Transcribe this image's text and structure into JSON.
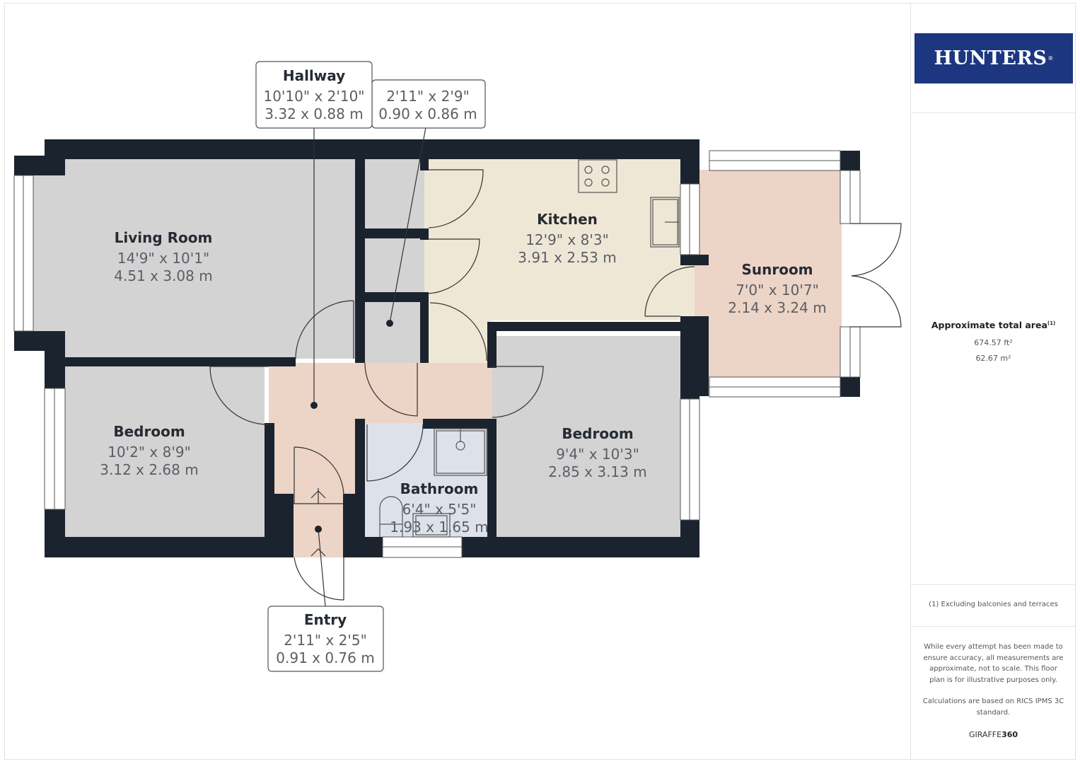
{
  "brand": {
    "logo_text": "HUNTERS",
    "logo_registered": "®",
    "logo_bg": "#1c3680"
  },
  "area": {
    "title": "Approximate total area",
    "title_note": "(1)",
    "sqft": "674.57 ft²",
    "sqm": "62.67 m²"
  },
  "footnote": "(1) Excluding balconies and terraces",
  "disclaimer": "While every attempt has been made to ensure accuracy, all measurements are approximate, not to scale. This floor plan is for illustrative purposes only.",
  "calculation_note": "Calculations are based on RICS IPMS 3C standard.",
  "credit": {
    "prefix": "GIRAFFE",
    "suffix": "360"
  },
  "colors": {
    "wall": "#1b232e",
    "grey_room": "#d3d3d3",
    "kitchen": "#efe7d6",
    "sunroom_hall": "#ecd4c6",
    "bathroom": "#dde1ea"
  },
  "rooms": [
    {
      "id": "living_room",
      "name": "Living Room",
      "imperial": "14'9\" x 10'1\"",
      "metric": "4.51 x 3.08 m"
    },
    {
      "id": "kitchen",
      "name": "Kitchen",
      "imperial": "12'9\" x 8'3\"",
      "metric": "3.91 x 2.53 m"
    },
    {
      "id": "sunroom",
      "name": "Sunroom",
      "imperial": "7'0\" x 10'7\"",
      "metric": "2.14 x 3.24 m"
    },
    {
      "id": "bedroom_1",
      "name": "Bedroom",
      "imperial": "10'2\" x 8'9\"",
      "metric": "3.12 x 2.68 m"
    },
    {
      "id": "bedroom_2",
      "name": "Bedroom",
      "imperial": "9'4\" x 10'3\"",
      "metric": "2.85 x 3.13 m"
    },
    {
      "id": "bathroom",
      "name": "Bathroom",
      "imperial": "6'4\" x 5'5\"",
      "metric": "1.93 x 1.65 m"
    }
  ],
  "callouts": [
    {
      "id": "hallway",
      "name": "Hallway",
      "imperial": "10'10\" x 2'10\"",
      "metric": "3.32 x 0.88 m"
    },
    {
      "id": "cupboard",
      "name": "",
      "imperial": "2'11\" x 2'9\"",
      "metric": "0.90 x 0.86 m"
    },
    {
      "id": "entry",
      "name": "Entry",
      "imperial": "2'11\" x 2'5\"",
      "metric": "0.91 x 0.76 m"
    }
  ]
}
